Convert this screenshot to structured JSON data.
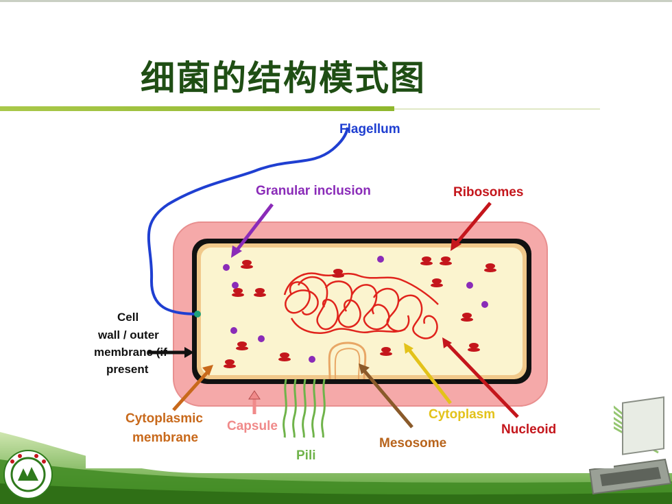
{
  "slide": {
    "title": "细菌的结构模式图"
  },
  "diagram": {
    "labels": {
      "flagellum": "Flagellum",
      "granular_inclusion": "Granular inclusion",
      "ribosomes": "Ribosomes",
      "cell_wall_1": "Cell",
      "cell_wall_2": "wall / outer",
      "cell_wall_3": "membrane (if",
      "cell_wall_4": "present",
      "cytoplasmic_membrane_1": "Cytoplasmic",
      "cytoplasmic_membrane_2": "membrane",
      "capsule": "Capsule",
      "pili": "Pili",
      "mesosome": "Mesosome",
      "cytoplasm": "Cytoplasm",
      "nucleoid": "Nucleoid"
    },
    "colors": {
      "flagellum": "#1f3fd1",
      "granular_inclusion": "#8a2bb8",
      "ribosomes": "#c4161c",
      "capsule": "#f2a4a4",
      "cell_wall": "#111111",
      "cytoplasm": "#fbf4cf",
      "nucleoid": "#e0231c",
      "pili": "#6fb34a",
      "mesosome": "#e8a766",
      "cytoplasmic_membrane_label": "#c8691b",
      "cytoplasm_label": "#e3c21a",
      "mesosome_label": "#b8641c",
      "capsule_label": "#f08a8a"
    }
  }
}
